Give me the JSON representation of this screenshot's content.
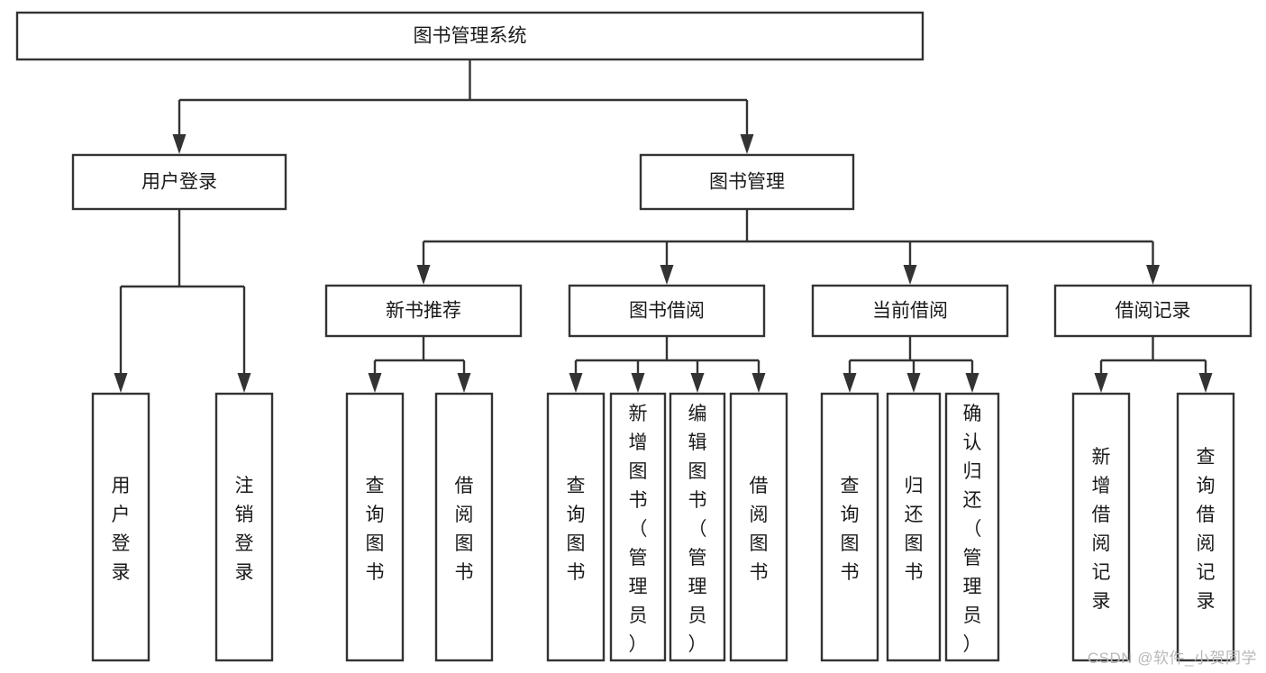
{
  "diagram": {
    "type": "tree",
    "title": "图书管理系统",
    "orientation": "top-down",
    "colors": {
      "box_fill": "#ffffff",
      "box_stroke": "#333333",
      "text": "#1a1a1a",
      "watermark": "#b9b9b9"
    },
    "levels": [
      {
        "level": 0,
        "nodes": [
          {
            "id": "root",
            "label": "图书管理系统",
            "text_orientation": "horizontal"
          }
        ]
      },
      {
        "level": 1,
        "nodes": [
          {
            "id": "user-login",
            "label": "用户登录",
            "parent": "root",
            "text_orientation": "horizontal"
          },
          {
            "id": "book-manage",
            "label": "图书管理",
            "parent": "root",
            "text_orientation": "horizontal"
          }
        ]
      },
      {
        "level": 2,
        "nodes": [
          {
            "id": "new-book-rec",
            "label": "新书推荐",
            "parent": "book-manage",
            "text_orientation": "horizontal"
          },
          {
            "id": "book-borrow",
            "label": "图书借阅",
            "parent": "book-manage",
            "text_orientation": "horizontal"
          },
          {
            "id": "current-borrow",
            "label": "当前借阅",
            "parent": "book-manage",
            "text_orientation": "horizontal"
          },
          {
            "id": "borrow-record",
            "label": "借阅记录",
            "parent": "book-manage",
            "text_orientation": "horizontal"
          }
        ]
      },
      {
        "level": 3,
        "nodes": [
          {
            "id": "leaf-user-login",
            "label": "用户登录",
            "parent": "user-login",
            "text_orientation": "vertical"
          },
          {
            "id": "leaf-user-logout",
            "label": "注销登录",
            "parent": "user-login",
            "text_orientation": "vertical"
          },
          {
            "id": "leaf-rec-query",
            "label": "查询图书",
            "parent": "new-book-rec",
            "text_orientation": "vertical"
          },
          {
            "id": "leaf-rec-borrow",
            "label": "借阅图书",
            "parent": "new-book-rec",
            "text_orientation": "vertical"
          },
          {
            "id": "leaf-borrow-query",
            "label": "查询图书",
            "parent": "book-borrow",
            "text_orientation": "vertical"
          },
          {
            "id": "leaf-borrow-add",
            "label": "新增图书（管理员）",
            "parent": "book-borrow",
            "text_orientation": "vertical"
          },
          {
            "id": "leaf-borrow-edit",
            "label": "编辑图书（管理员）",
            "parent": "book-borrow",
            "text_orientation": "vertical"
          },
          {
            "id": "leaf-borrow-lend",
            "label": "借阅图书",
            "parent": "book-borrow",
            "text_orientation": "vertical"
          },
          {
            "id": "leaf-cur-query",
            "label": "查询图书",
            "parent": "current-borrow",
            "text_orientation": "vertical"
          },
          {
            "id": "leaf-cur-return",
            "label": "归还图书",
            "parent": "current-borrow",
            "text_orientation": "vertical"
          },
          {
            "id": "leaf-cur-confirm",
            "label": "确认归还（管理员）",
            "parent": "current-borrow",
            "text_orientation": "vertical"
          },
          {
            "id": "leaf-rec-add",
            "label": "新增借阅记录",
            "parent": "borrow-record",
            "text_orientation": "vertical"
          },
          {
            "id": "leaf-rec-search",
            "label": "查询借阅记录",
            "parent": "borrow-record",
            "text_orientation": "vertical"
          }
        ]
      }
    ]
  },
  "watermark": {
    "text": "CSDN @软件_小贺同学"
  }
}
